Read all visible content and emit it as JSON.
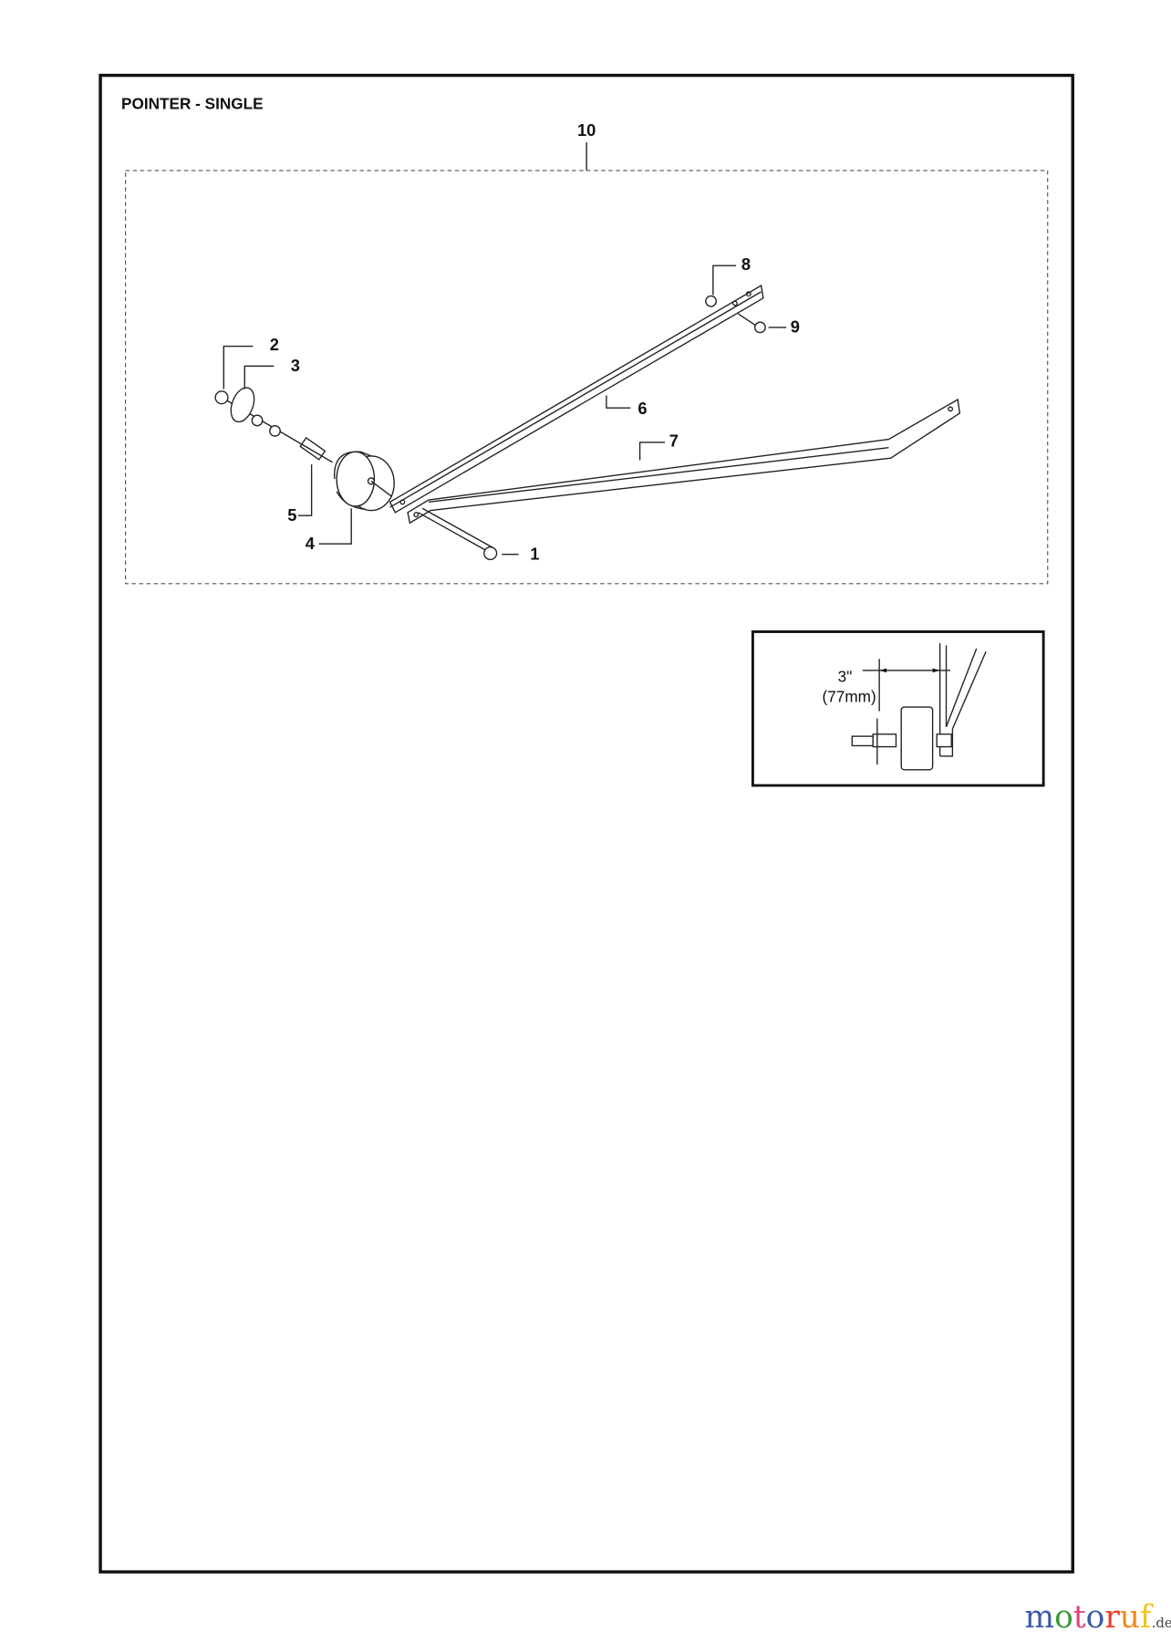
{
  "title": "POINTER - SINGLE",
  "assembly_label": "10",
  "callouts": {
    "p1": "1",
    "p2": "2",
    "p3": "3",
    "p4": "4",
    "p5": "5",
    "p6": "6",
    "p7": "7",
    "p8": "8",
    "p9": "9"
  },
  "inset": {
    "dimension_in": "3\"",
    "dimension_mm": "(77mm)"
  },
  "watermark": {
    "text": "motoruf",
    "suffix": ".de",
    "colors": [
      "#3b5ba5",
      "#3a9a3a",
      "#e0457b",
      "#3b5ba5",
      "#e8402a",
      "#f08a1c",
      "#f0c419"
    ]
  }
}
